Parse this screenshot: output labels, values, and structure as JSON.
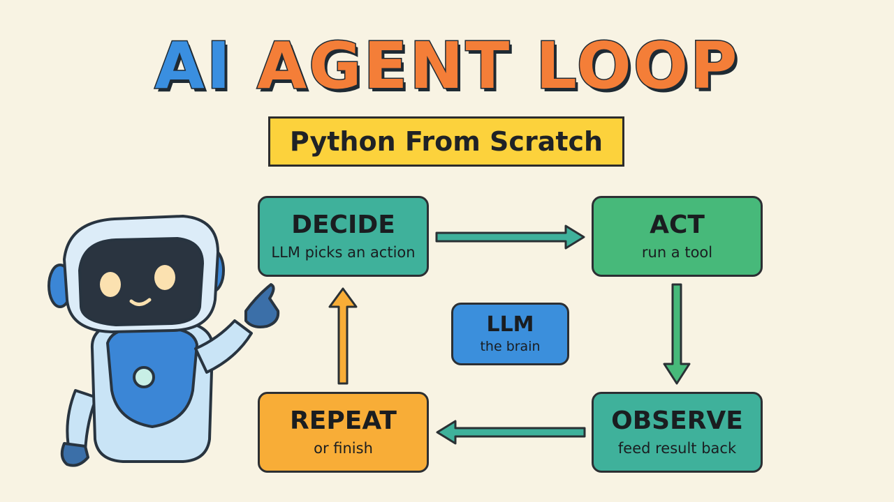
{
  "title": {
    "word1": "AI",
    "word2": "AGENT LOOP"
  },
  "subtitle": "Python From Scratch",
  "nodes": {
    "decide": {
      "label": "DECIDE",
      "sub": "LLM picks an action"
    },
    "act": {
      "label": "ACT",
      "sub": "run a tool"
    },
    "observe": {
      "label": "OBSERVE",
      "sub": "feed result back"
    },
    "repeat": {
      "label": "REPEAT",
      "sub": "or finish"
    },
    "llm": {
      "label": "LLM",
      "sub": "the brain"
    }
  },
  "colors": {
    "background": "#f8f3e3",
    "title_ai": "#3a8fe0",
    "title_loop": "#f47e38",
    "subtitle_bg": "#fcd23c",
    "teal": "#3fb19b",
    "green": "#47b97a",
    "orange": "#f8ad37",
    "blue": "#3b8fdc"
  },
  "icons": [
    "robot-mascot-icon",
    "arrow-right-icon",
    "arrow-down-icon",
    "arrow-left-icon",
    "arrow-up-icon"
  ]
}
